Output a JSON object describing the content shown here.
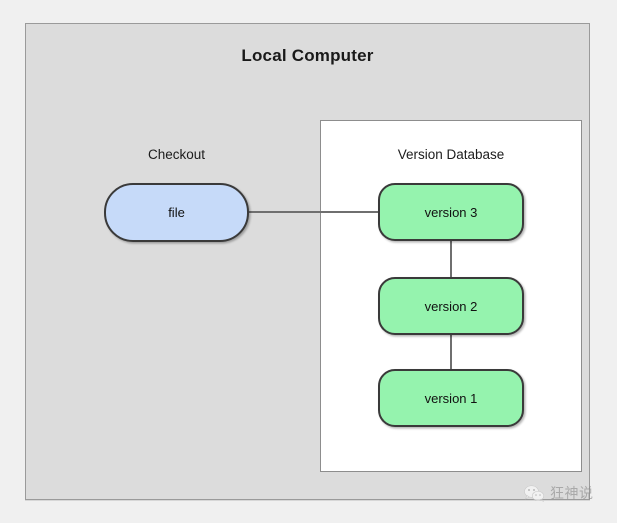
{
  "diagram": {
    "outer_container": {
      "name": "Local Computer",
      "title": "Local Computer",
      "fill_color": "#dcdcdc",
      "border_color": "#9a9a9a"
    },
    "checkout": {
      "label": "Checkout",
      "node": {
        "label": "file",
        "fill_color": "#c6daf9",
        "border_color": "#3a3a3a",
        "shape": "rounded-pill"
      }
    },
    "version_database": {
      "label": "Version Database",
      "panel_fill_color": "#ffffff",
      "panel_border_color": "#8d8d8d",
      "nodes": [
        {
          "label": "version 3",
          "fill_color": "#95f3ae",
          "border_color": "#3a3a3a",
          "shape": "rounded-rect"
        },
        {
          "label": "version 2",
          "fill_color": "#95f3ae",
          "border_color": "#3a3a3a",
          "shape": "rounded-rect"
        },
        {
          "label": "version 1",
          "fill_color": "#95f3ae",
          "border_color": "#3a3a3a",
          "shape": "rounded-rect"
        }
      ]
    },
    "connectors": [
      {
        "from": "file",
        "to": "version 3",
        "orientation": "horizontal"
      },
      {
        "from": "version 3",
        "to": "version 2",
        "orientation": "vertical"
      },
      {
        "from": "version 2",
        "to": "version 1",
        "orientation": "vertical"
      }
    ],
    "background_color": "#f0f0f0"
  },
  "watermark": {
    "text": "狂神说",
    "icon": "wechat-logo-icon",
    "color": "#8a8a8a"
  }
}
